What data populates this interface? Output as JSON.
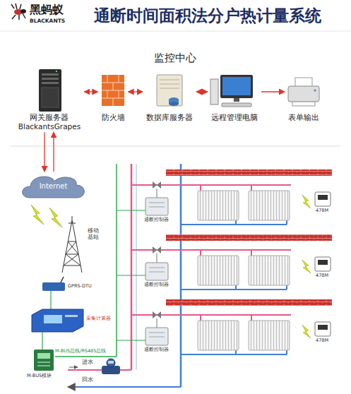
{
  "diagram": {
    "title": "通断时间面积法分户热计量系统",
    "nodes": [
      {
        "text": [
          "网关服务器",
          "BlackantsGrapes"
        ]
      },
      {
        "text": [
          "防火墙"
        ]
      },
      {
        "text": [
          "数据库服务器"
        ]
      },
      {
        "text": [
          "远程管理电脑"
        ]
      },
      {
        "text": [
          "表单输出"
        ]
      },
      {
        "text": [
          "Internet"
        ]
      }
    ],
    "edges": [
      {
        "from": 0,
        "to": 1,
        "arrow": "both"
      },
      {
        "from": 1,
        "to": 2,
        "arrow": "both"
      },
      {
        "from": 2,
        "to": 3,
        "arrow": "both"
      },
      {
        "from": 3,
        "to": 4,
        "arrow": "to"
      },
      {
        "from": 0,
        "to": 5,
        "arrow": "to"
      },
      {
        "from": 5,
        "to": 0,
        "arrow": "to"
      }
    ],
    "labels": [
      "黑蚂蚁",
      "BLACKANTS",
      "监控中心",
      "移动基站",
      "通断控制器",
      "478M",
      "通断控制器",
      "478M",
      "通断控制器",
      "478M",
      "GPRS-DTU",
      "采集计算器",
      "M-BUS总线/RS485总线",
      "M-BUS模块",
      "进水",
      "回水"
    ]
  }
}
